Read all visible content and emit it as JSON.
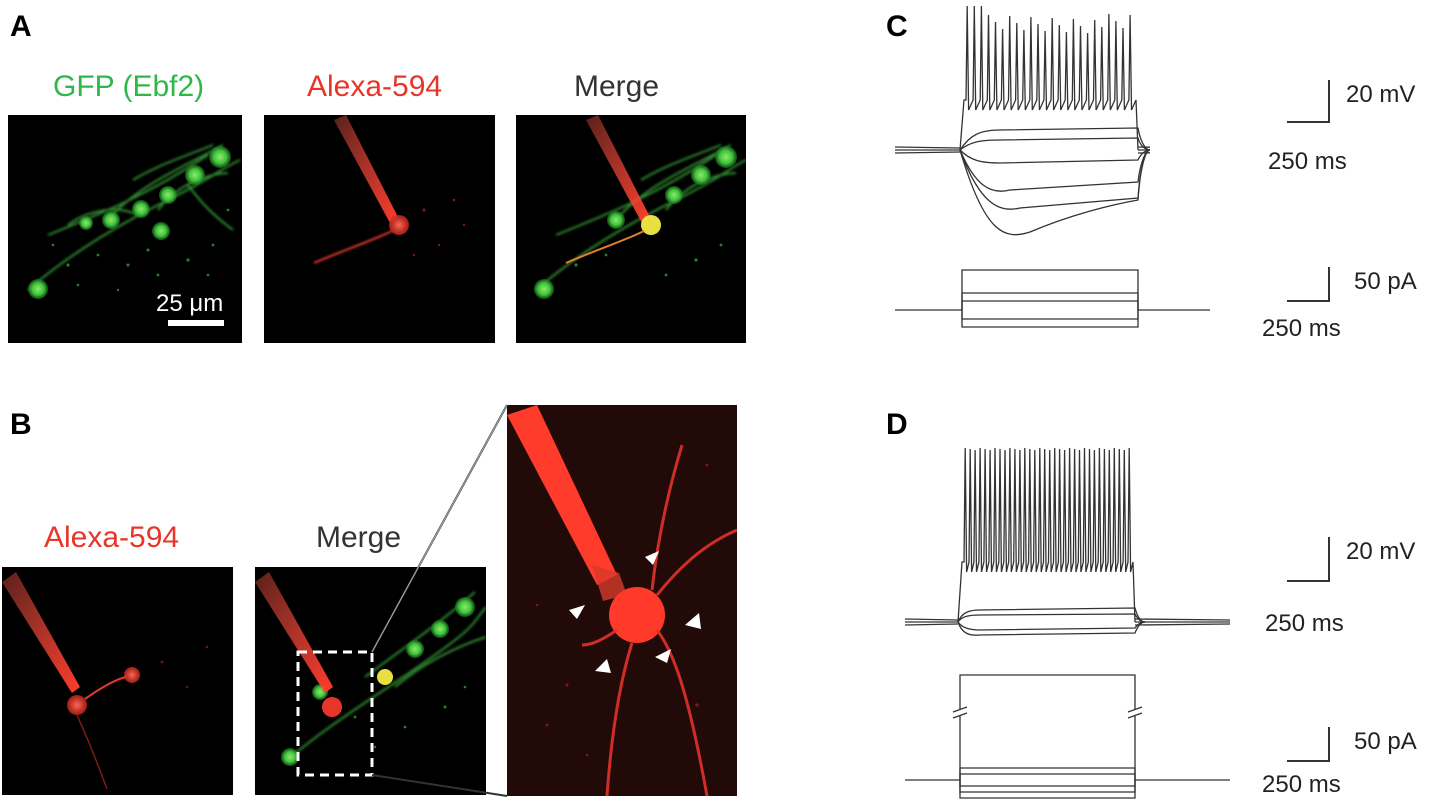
{
  "panels": {
    "A": {
      "letter": "A",
      "titles": [
        "GFP (Ebf2)",
        "Alexa-594",
        "Merge"
      ],
      "scalebar": "25 μm"
    },
    "B": {
      "letter": "B",
      "titles": [
        "Alexa-594",
        "Merge"
      ]
    },
    "C": {
      "letter": "C",
      "voltage_scale": "20 mV",
      "voltage_time": "250 ms",
      "current_scale": "50 pA",
      "current_time": "250 ms"
    },
    "D": {
      "letter": "D",
      "voltage_scale": "20 mV",
      "voltage_time": "250 ms",
      "current_scale": "50 pA",
      "current_time": "250 ms"
    }
  },
  "colors": {
    "gfp_green": "#2fb84a",
    "alexa_red": "#e8352a",
    "merge_gray": "#333333",
    "trace": "#333333"
  }
}
